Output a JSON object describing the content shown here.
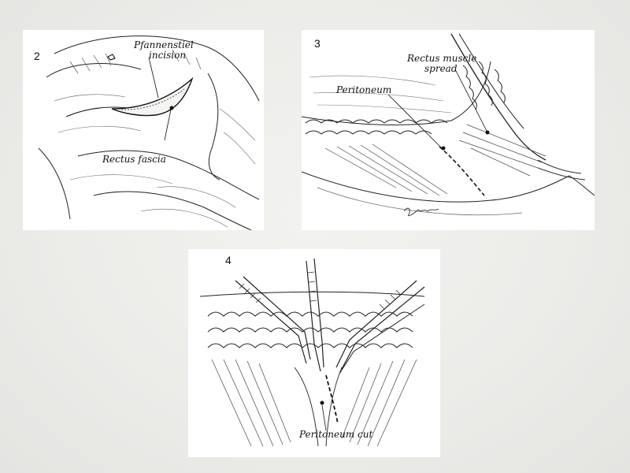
{
  "figures": [
    {
      "number": "2",
      "labels": {
        "incision_line1": "Pfannenstiel",
        "incision_line2": "incision",
        "fascia": "Rectus fascia"
      }
    },
    {
      "number": "3",
      "labels": {
        "muscle_line1": "Rectus muscle",
        "muscle_line2": "spread",
        "peritoneum": "Peritoneum"
      }
    },
    {
      "number": "4",
      "labels": {
        "peritoneum_cut": "Peritoneum cut"
      }
    }
  ]
}
